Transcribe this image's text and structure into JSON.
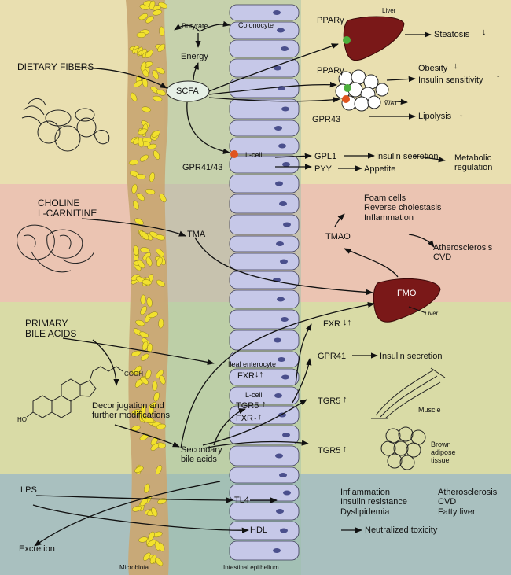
{
  "bands": [
    {
      "color": "#e9dfb0"
    },
    {
      "color": "#ebc4b2"
    },
    {
      "color": "#d9dba6"
    },
    {
      "color": "#a9c0bf"
    }
  ],
  "labels": {
    "butyrate": "Butyrate",
    "colonocyte": "Colonocyte",
    "energy": "Energy",
    "dietary_fibers": "DIETARY FIBERS",
    "scfa": "SCFA",
    "gpr4143": "GPR41/43",
    "lcell_top": "L-cell",
    "pparg_liver": "PPARγ",
    "liver_top": "Liver",
    "steatosis": "Steatosis",
    "pparg_wat": "PPARγ",
    "obesity": "Obesity",
    "insulin_sensitivity": "Insulin sensitivity",
    "wat": "WAT",
    "gpr43": "GPR43",
    "lipolysis": "Lipolysis",
    "gpl1": "GPL1",
    "insulin_secretion_1": "Insulin secretion",
    "pyy": "PYY",
    "appetite": "Appetite",
    "metabolic_regulation": "Metabolic\nregulation",
    "choline": "CHOLINE\nL-CARNITINE",
    "tma": "TMA",
    "tmao": "TMAO",
    "foam_cells": "Foam cells\nReverse cholestasis\nInflammation",
    "atherosclerosis_cvd": "Atherosclerosis\nCVD",
    "fmo": "FMO",
    "liver_mid": "Liver",
    "primary_bile_acids": "PRIMARY\nBILE ACIDS",
    "cooh": "COOH",
    "ho": "HO",
    "deconjugation": "Deconjugation and\nfurther modifications",
    "secondary_bile_acids": "Secondary\nbile acids",
    "ileal_enterocyte": "Ileal enterocyte",
    "fxr_cell": "FXR",
    "lcell_mid": "L-cell",
    "tgr5_cell": "TGR5",
    "fxr_cell2": "FXR",
    "fxr_right": "FXR",
    "gpr41": "GPR41",
    "insulin_secretion_2": "Insulin secretion",
    "tgr5_muscle": "TGR5",
    "muscle": "Muscle",
    "tgr5_brown": "TGR5",
    "brown_adipose": "Brown\nadipose\ntissue",
    "lps": "LPS",
    "tl4": "TL4",
    "inflammation_list": "Inflammation\nInsulin resistance\nDyslipidemia",
    "atherosclerosis_list": "Atherosclerosis\nCVD\nFatty liver",
    "hdl": "HDL",
    "neutralized_toxicity": "Neutralized toxicity",
    "excretion": "Excretion",
    "microbiota": "Microbiota",
    "intestinal_epithelium": "Intestinal epithelium"
  },
  "colors": {
    "cell_fill": "#c6c8e8",
    "cell_stroke": "#3a3a55",
    "nucleus": "#4a4f8c",
    "liver": "#7a1818",
    "bacteria": "#f2e12e",
    "microbiota_strip": "#c9a874",
    "receptor_green": "#4caf3c",
    "receptor_orange": "#e0541e",
    "epithelium_tint": "#a9c9b0"
  },
  "icons": [
    "vegetables-icon",
    "meat-icon",
    "bile-acid-structure-icon",
    "muscle-icon",
    "brown-adipose-icon",
    "wat-adipocytes-icon",
    "liver-icon"
  ]
}
